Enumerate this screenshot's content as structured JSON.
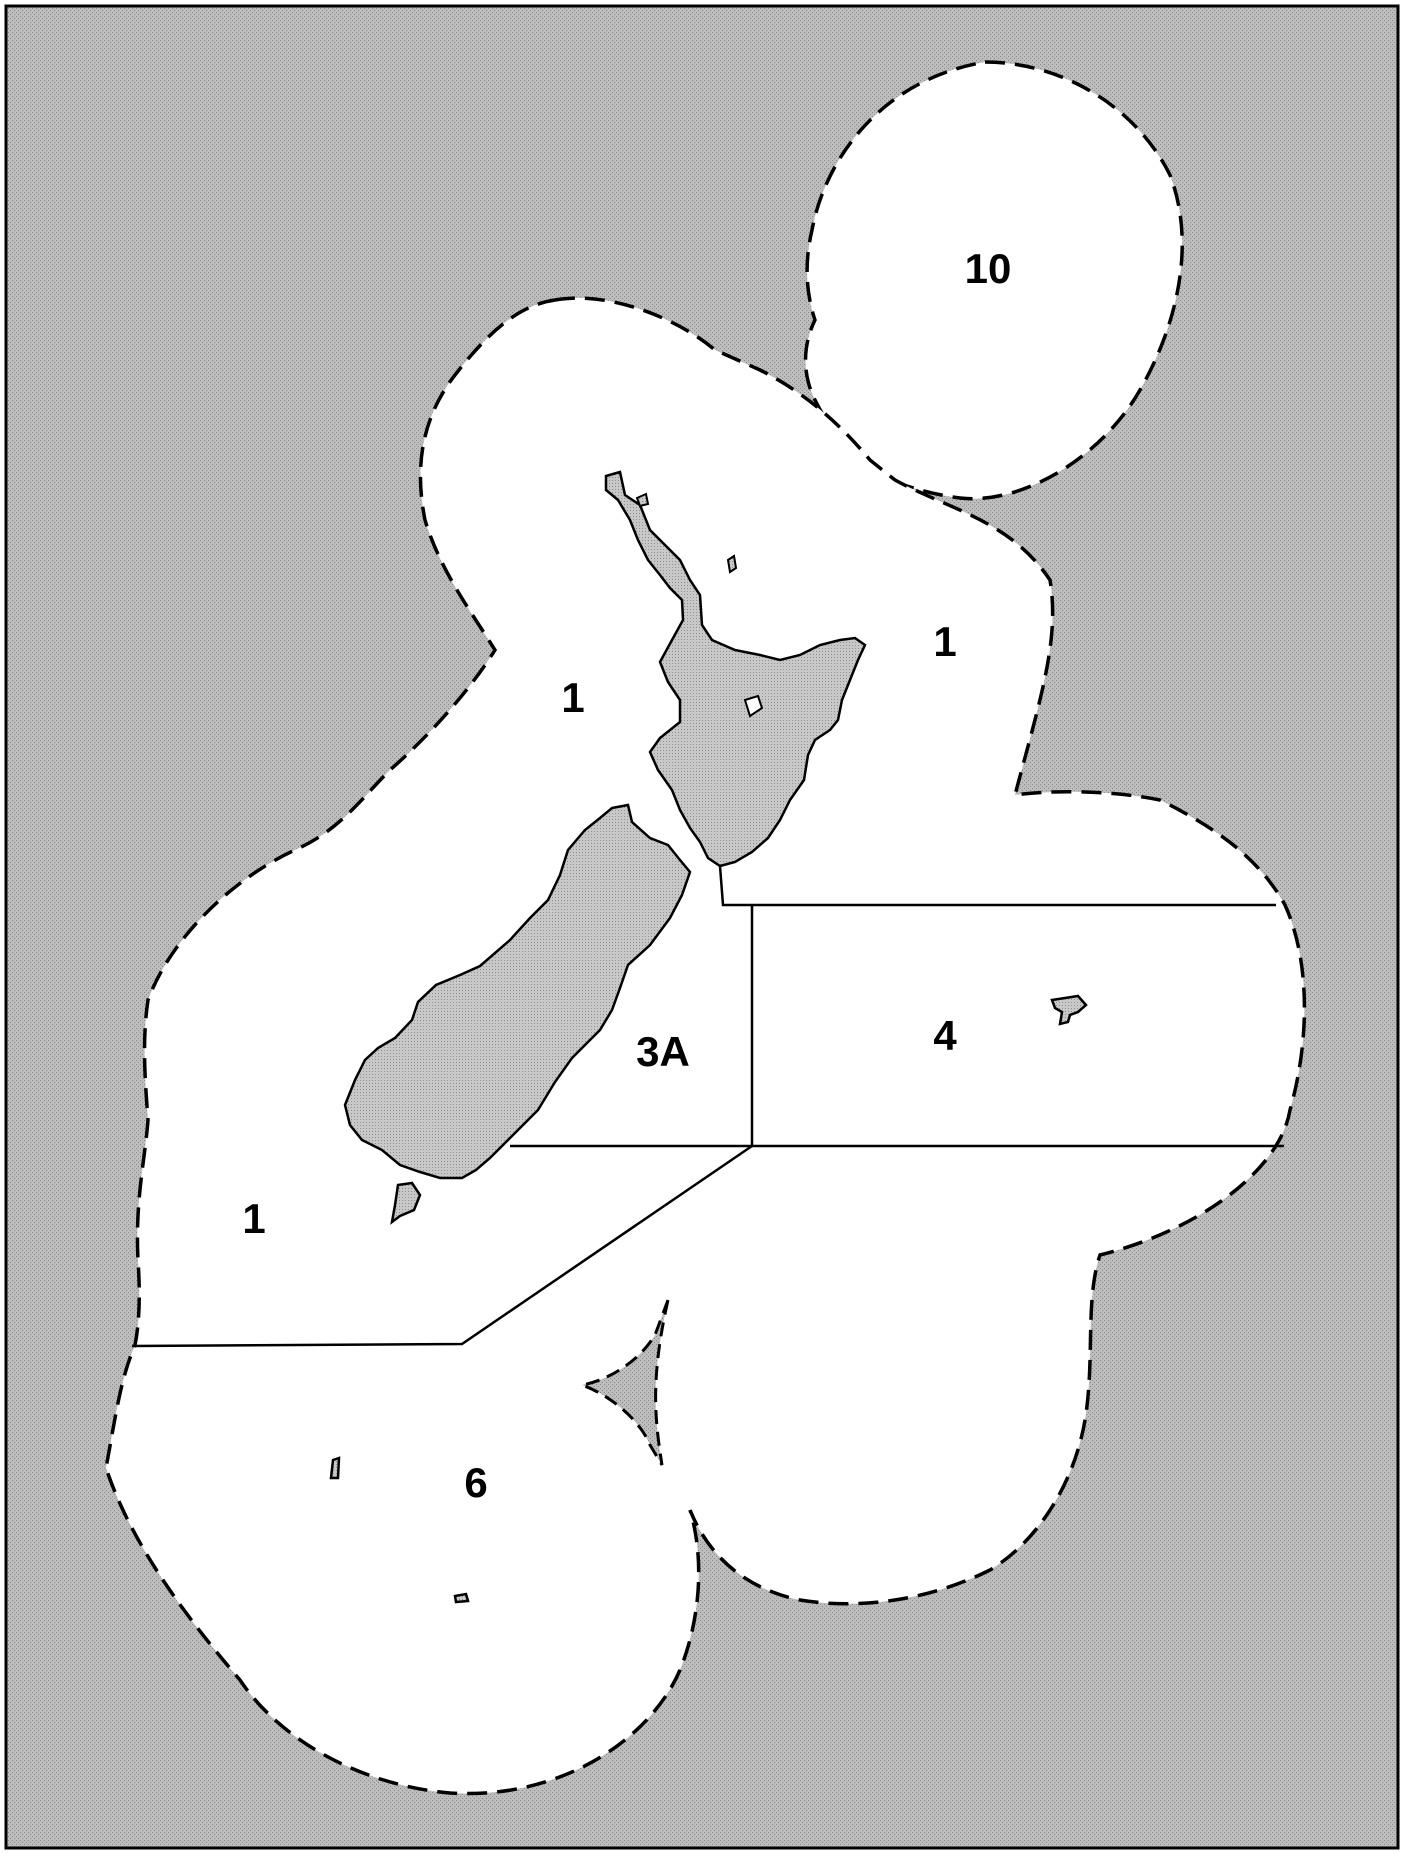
{
  "colors": {
    "sea_fill": "#bdbdbd",
    "land_fill": "#c8c8c8",
    "zone_fill": "#ffffff",
    "line": "#000000"
  },
  "map": {
    "area_labels": {
      "area_10": "10",
      "area_1_northeast": "1",
      "area_1_west": "1",
      "area_3a": "3A",
      "area_4": "4",
      "area_1_southwest": "1",
      "area_6": "6"
    }
  }
}
